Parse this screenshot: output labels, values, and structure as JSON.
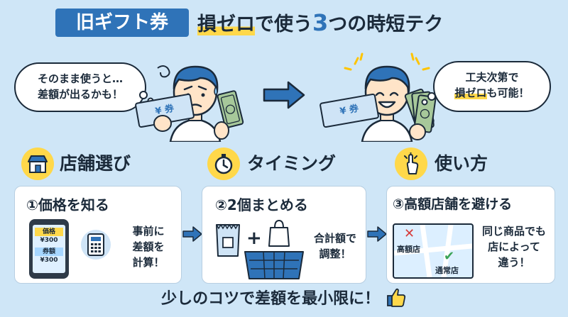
{
  "title": {
    "tag": "旧ギフト券",
    "highlight": "損ゼロ",
    "part1": "で使う",
    "number": "3",
    "part2": "つの時短テク"
  },
  "bubbles": {
    "left_line1": "そのまま使うと…",
    "left_line2": "差額が出るかも！",
    "right_line1": "工夫次第で",
    "right_highlight": "損ゼロ",
    "right_line2_rest": "も可能！"
  },
  "ticket_label": "¥ 券",
  "categories": [
    {
      "label": "店舗選び",
      "icon": "store-icon"
    },
    {
      "label": "タイミング",
      "icon": "stopwatch-icon"
    },
    {
      "label": "使い方",
      "icon": "tap-hand-icon"
    }
  ],
  "steps": [
    {
      "title": "①価格を知る",
      "note_lines": [
        "事前に",
        "差額を",
        "計算！"
      ],
      "phone_rows": [
        {
          "label": "価格",
          "value": "¥300"
        },
        {
          "label": "券額",
          "value": "¥300"
        }
      ]
    },
    {
      "title": "②2個まとめる",
      "plus": "+",
      "note_lines": [
        "合計額で",
        "調整！"
      ]
    },
    {
      "title": "③高額店舗を避ける",
      "map_labels": {
        "expensive": "高額店",
        "regular": "通常店"
      },
      "note_lines": [
        "同じ商品でも",
        "店によって",
        "違う！"
      ]
    }
  ],
  "footer": "少しのコツで差額を最小限に！",
  "colors": {
    "background": "#cfe6f7",
    "accent_blue": "#2f73b8",
    "accent_yellow": "#ffd84a",
    "ink": "#1b2a3a"
  }
}
